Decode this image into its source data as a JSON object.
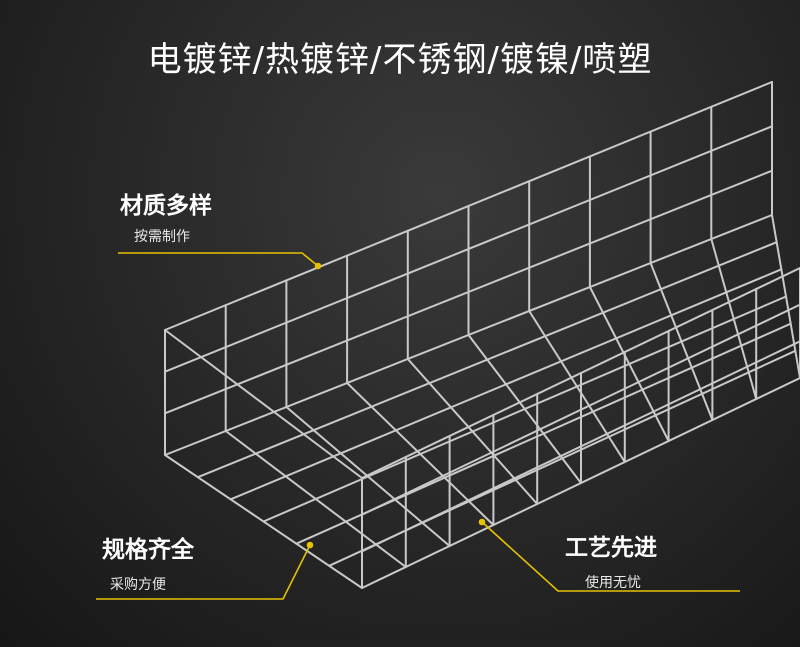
{
  "headline": "电镀锌/热镀锌/不锈钢/镀镍/喷塑",
  "callouts": {
    "material": {
      "title": "材质多样",
      "sub": "按需制作"
    },
    "spec": {
      "title": "规格齐全",
      "sub": "采购方便"
    },
    "craft": {
      "title": "工艺先进",
      "sub": "使用无忧"
    }
  },
  "colors": {
    "accent_line": "#e6c200",
    "wire": "#c9c9c9"
  }
}
